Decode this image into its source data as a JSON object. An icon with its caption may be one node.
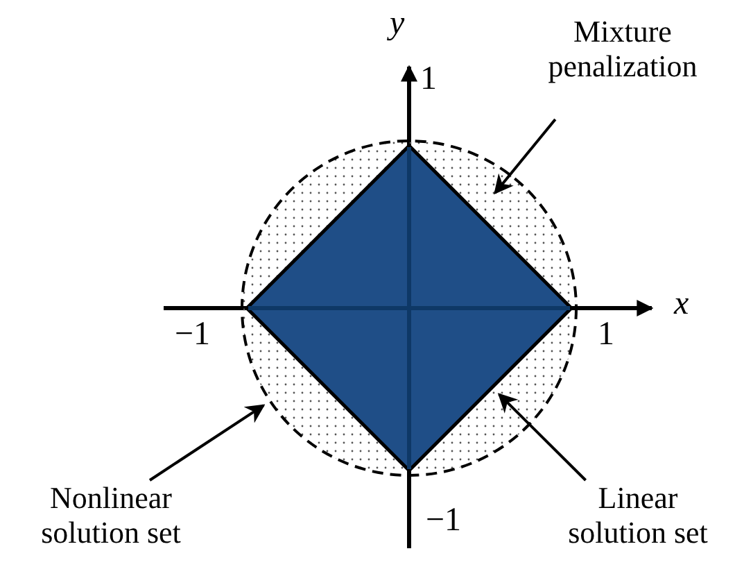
{
  "diagram": {
    "nodes": [
      {
        "text": [
          "Mixture penalization"
        ]
      },
      {
        "text": [
          "Nonlinear solution set"
        ]
      },
      {
        "text": [
          "Linear solution set"
        ]
      },
      {
        "text": [],
        "shape": "circle"
      },
      {
        "text": [],
        "shape": "diamond",
        "in": 3
      }
    ],
    "edges": [
      {
        "from": 0,
        "to": 3,
        "arrow": "to"
      },
      {
        "from": 1,
        "to": 3,
        "arrow": "to"
      },
      {
        "from": 2,
        "to": 4,
        "arrow": "to"
      }
    ],
    "labels": [
      "y",
      "1",
      "x",
      "−1",
      "1",
      "−1"
    ]
  }
}
